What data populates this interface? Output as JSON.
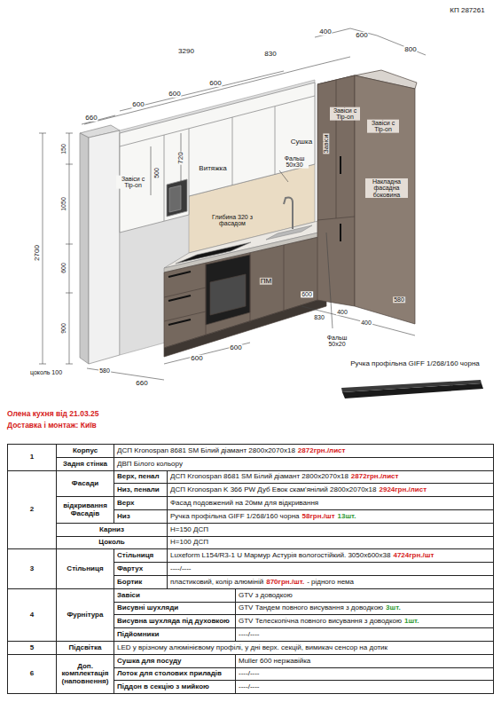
{
  "diagram": {
    "labels": [
      "КП 287261",
      "3290",
      "830",
      "400",
      "600",
      "800",
      "600",
      "600",
      "600",
      "660",
      "150",
      "1050",
      "2700",
      "600",
      "900",
      "цоколь 100",
      "580",
      "660",
      "600",
      "600",
      "Завіси с Tip-on",
      "500",
      "720",
      "Витяжка",
      "Сушка",
      "Фальш 50х30",
      "Глибина 320 з фасадом",
      "ПМ",
      "600",
      "830",
      "400",
      "400",
      "Фальш 50х20",
      "580",
      "Завіси с Tip-on",
      "Завіси с Tip-on",
      "Завіси",
      "Накладна фасадна боковина",
      "Ручка профільна GIFF 1/268/160 чорна",
      "Олена кухня від 21.03.25",
      "Доставка і монтаж: Київ",
      "1",
      "Корпус",
      "ДСП Kronospan 8681 SM Білий діамант 2800х2070х18",
      "2872грн./лист",
      "Задня стінка",
      "ДВП Білого кольору",
      "2",
      "Фасади",
      "Верх, пенал",
      "ДСП Kronospan 8681 SM Білий діамант 2800х2070х18",
      "2872грн./лист",
      "Низ, пенали",
      "ДСП Kronospan K 366 PW Дуб Евок скам'янілий 2800х2070х18",
      "2924грн./лист",
      "відкривання Фасадів",
      "Верх",
      "Фасад подовжений на 20мм для відкривання",
      "Низ",
      "Ручка профільна GIFF 1/268/160 чорна",
      "58грн./шт",
      "13шт.",
      "Карниз",
      "Н=150 ДСП",
      "Цоколь",
      "Н=100 ДСП",
      "3",
      "Стільниця",
      "Стільниця",
      "Luxeform L154/R3-1 U Мармур Астурія вологостійкий. 3050х600х38",
      "4724грн./шт",
      "Фартух",
      "----/----",
      "Бортик",
      "пластиковий, колір алюміній",
      "870грн./шт.",
      "- рідного нема",
      "4",
      "Фурнітура",
      "Завіси",
      "GTV з доводкою",
      "Висувні шухляди",
      "GTV Тандем повного висування з доводкою",
      "3шт.",
      "Висувна шухляда під духовкою",
      "GTV Телескопічна повного висування з доводкою",
      "1шт.",
      "Підйомники",
      "----/----",
      "5",
      "Підсвітка",
      "LED у врізному алюмінієвому профілі, у дні верх. секцій, вимикач сенсор на дотик",
      "6",
      "Доп. комплектація (наповнення)",
      "Сушка для посуду",
      "Muller 600 нержавійка",
      "Лоток для столових приладів",
      "----/----",
      "Піддон в секцію з мийкою",
      "----/----"
    ]
  }
}
